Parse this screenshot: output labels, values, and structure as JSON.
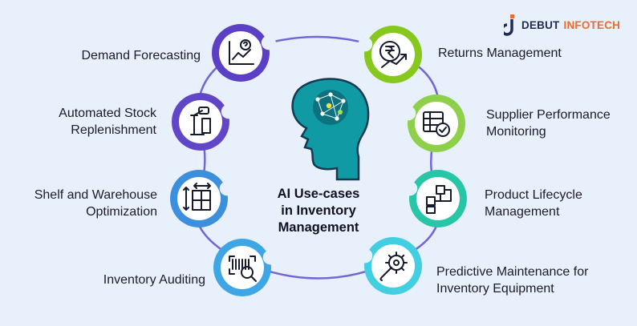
{
  "brand": {
    "name_part1": "DEBUT",
    "name_part2": "INFOTECH",
    "accent": "#f06b2a",
    "primary": "#1f2b54"
  },
  "center": {
    "title": "AI Use-cases\nin Inventory\nManagement",
    "icon": "ai-brain-head-icon"
  },
  "nodes": [
    {
      "id": "demand-forecasting",
      "label": "Demand Forecasting",
      "icon": "chart-question-icon",
      "color": "#5b3fc4",
      "side": "left"
    },
    {
      "id": "automated-stock-replenishment",
      "label": "Automated Stock\nReplenishment",
      "icon": "robot-arm-icon",
      "color": "#6246c8",
      "side": "left"
    },
    {
      "id": "shelf-warehouse-optimization",
      "label": "Shelf and Warehouse\nOptimization",
      "icon": "shelf-measure-icon",
      "color": "#3b8fdc",
      "side": "left"
    },
    {
      "id": "inventory-auditing",
      "label": "Inventory Auditing",
      "icon": "barcode-search-icon",
      "color": "#3fa6e6",
      "side": "left"
    },
    {
      "id": "returns-management",
      "label": "Returns Management",
      "icon": "rupee-return-icon",
      "color": "#86c81e",
      "side": "right"
    },
    {
      "id": "supplier-performance-monitoring",
      "label": "Supplier Performance\nMonitoring",
      "icon": "checklist-approved-icon",
      "color": "#8fd04a",
      "side": "right"
    },
    {
      "id": "product-lifecycle-management",
      "label": "Product Lifecycle\nManagement",
      "icon": "flowchart-icon",
      "color": "#27c6a6",
      "side": "right"
    },
    {
      "id": "predictive-maintenance",
      "label": "Predictive Maintenance for\nInventory Equipment",
      "icon": "wrench-gear-icon",
      "color": "#43cfe2",
      "side": "right"
    }
  ]
}
